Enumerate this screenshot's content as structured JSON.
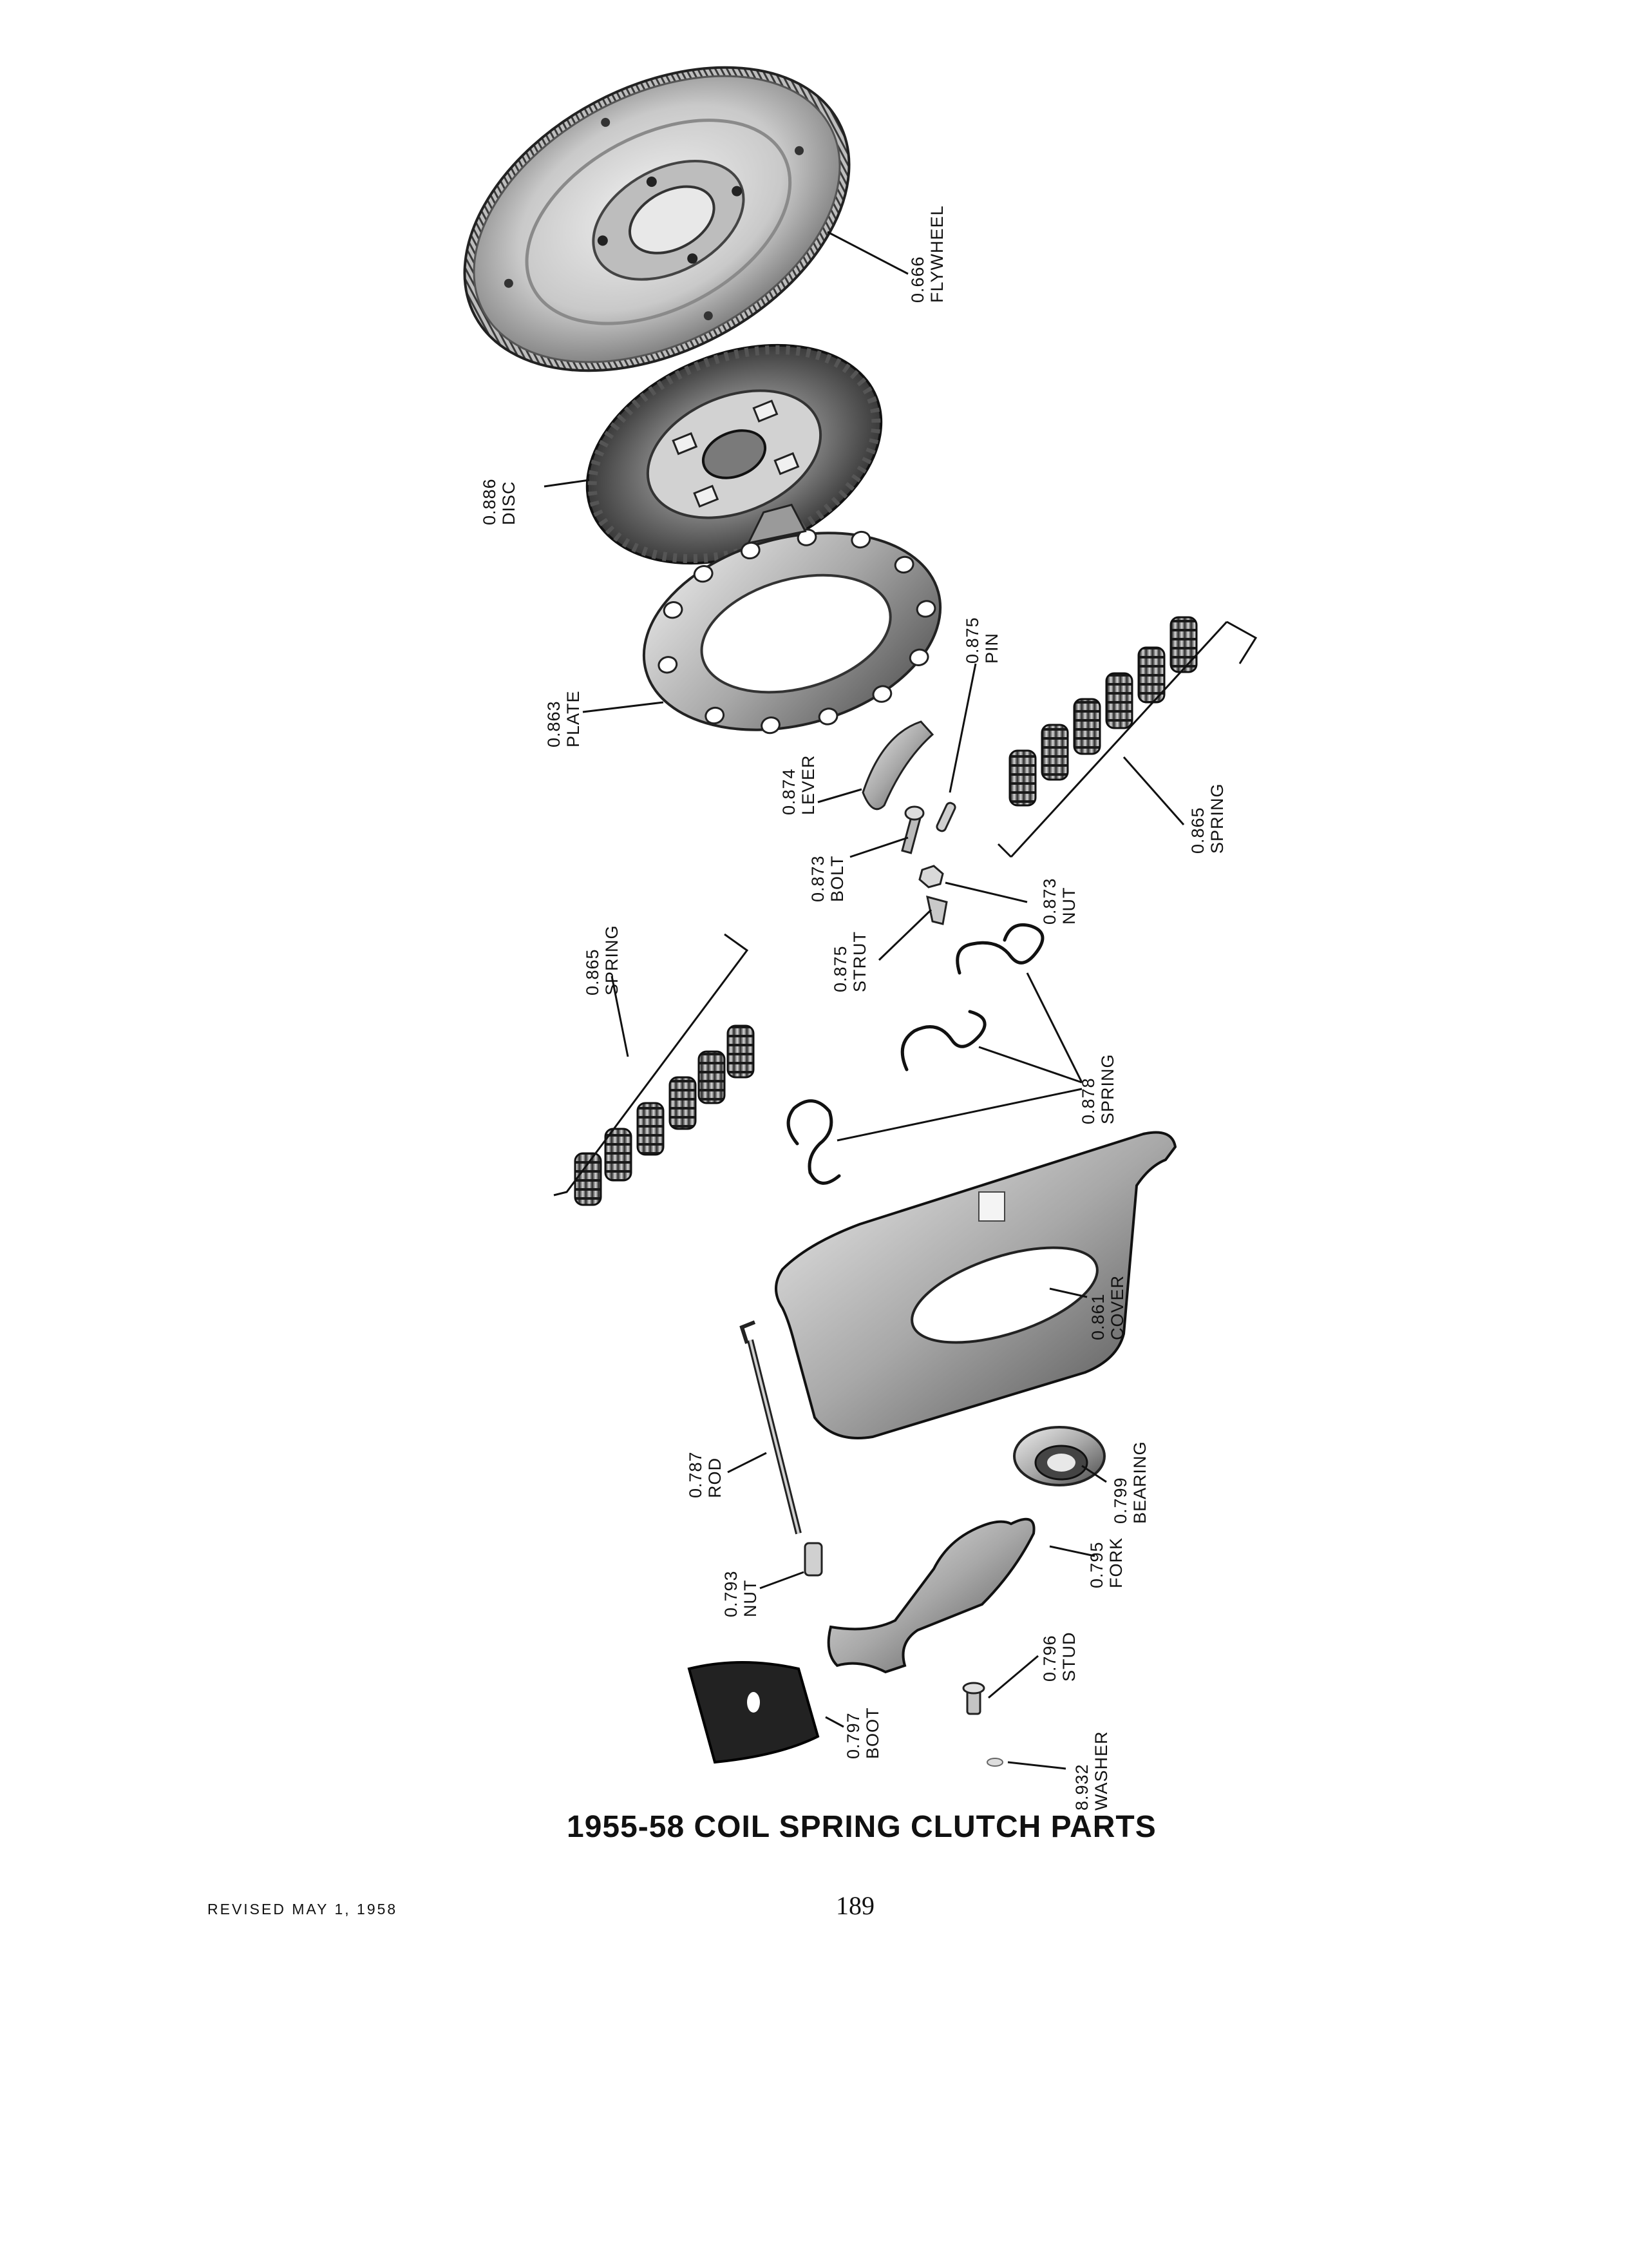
{
  "title": "1955-58 COIL SPRING CLUTCH PARTS",
  "footer": {
    "revised": "REVISED MAY 1, 1958",
    "page_number": "189"
  },
  "parts": [
    {
      "id": "flywheel",
      "number": "0.666",
      "name": "FLYWHEEL"
    },
    {
      "id": "disc",
      "number": "0.886",
      "name": "DISC"
    },
    {
      "id": "plate",
      "number": "0.863",
      "name": "PLATE"
    },
    {
      "id": "pin",
      "number": "0.875",
      "name": "PIN"
    },
    {
      "id": "lever",
      "number": "0.874",
      "name": "LEVER"
    },
    {
      "id": "spring-right",
      "number": "0.865",
      "name": "SPRING"
    },
    {
      "id": "bolt",
      "number": "0.873",
      "name": "BOLT"
    },
    {
      "id": "nut-873",
      "number": "0.873",
      "name": "NUT"
    },
    {
      "id": "strut",
      "number": "0.875",
      "name": "STRUT"
    },
    {
      "id": "spring-left",
      "number": "0.865",
      "name": "SPRING"
    },
    {
      "id": "spring-878",
      "number": "0.878",
      "name": "SPRING"
    },
    {
      "id": "cover",
      "number": "0.861",
      "name": "COVER"
    },
    {
      "id": "rod",
      "number": "0.787",
      "name": "ROD"
    },
    {
      "id": "bearing",
      "number": "0.799",
      "name": "BEARING"
    },
    {
      "id": "nut-793",
      "number": "0.793",
      "name": "NUT"
    },
    {
      "id": "fork",
      "number": "0.795",
      "name": "FORK"
    },
    {
      "id": "stud",
      "number": "0.796",
      "name": "STUD"
    },
    {
      "id": "boot",
      "number": "0.797",
      "name": "BOOT"
    },
    {
      "id": "washer",
      "number": "8.932",
      "name": "WASHER"
    }
  ]
}
